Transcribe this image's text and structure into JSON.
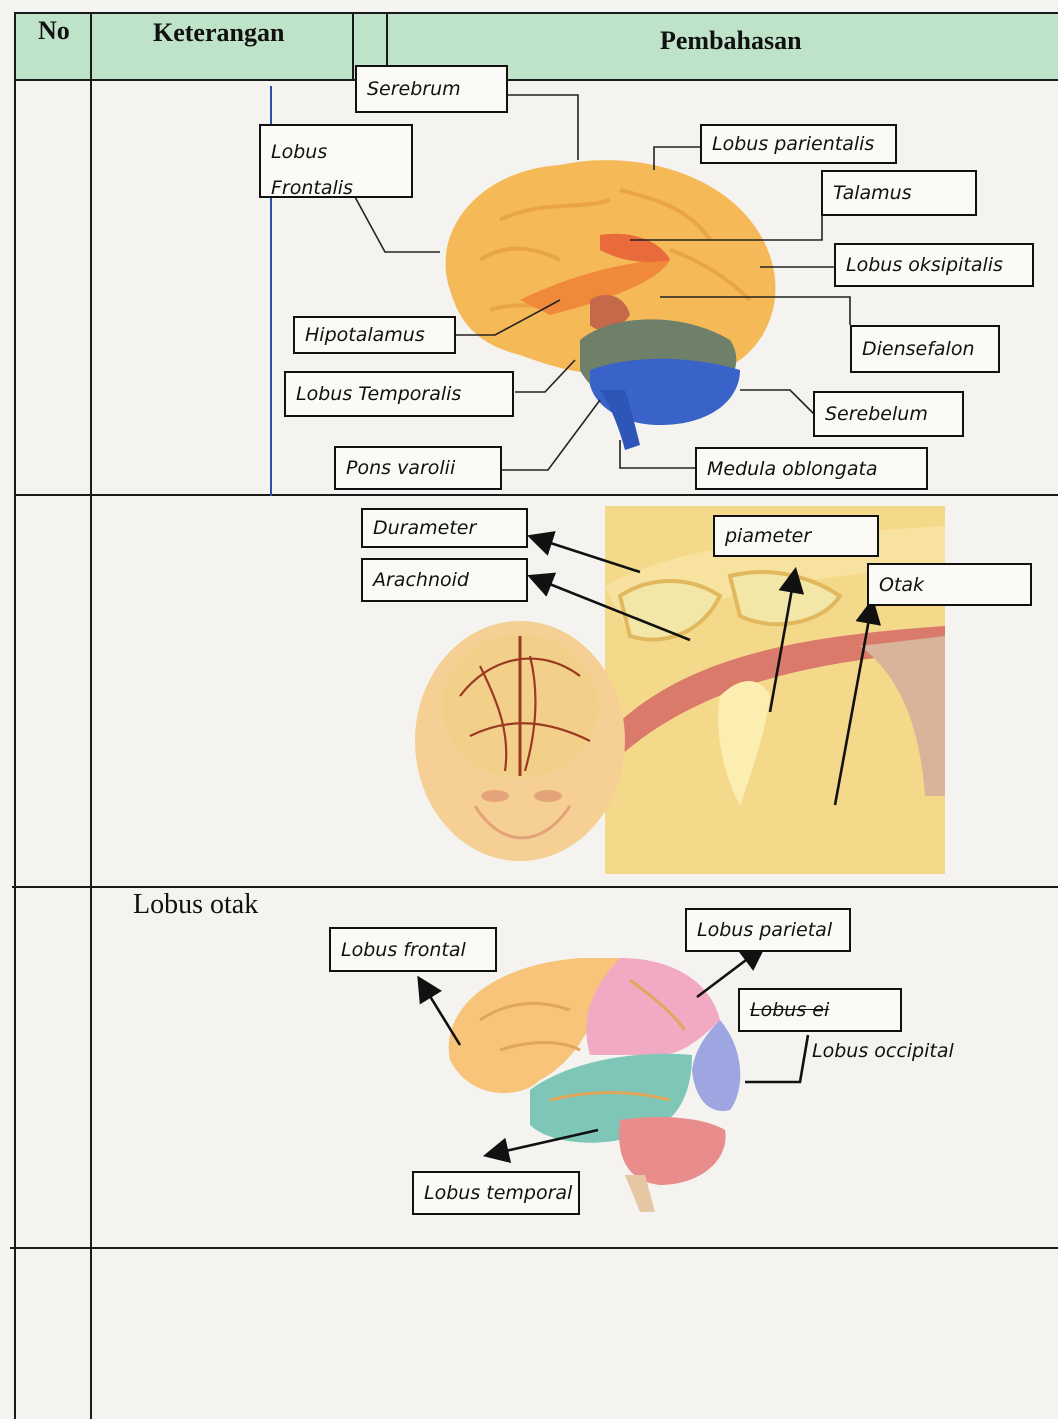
{
  "header": {
    "col_no": "No",
    "col_keterangan": "Keterangan",
    "col_pembahasan": "Pembahasan"
  },
  "rows": [
    {
      "labels": {
        "serebrum": "Serebrum",
        "lobus_frontalis_1": "Lobus",
        "lobus_frontalis_2": "Frontalis",
        "lobus_parientalis": "Lobus parientalis",
        "talamus": "Talamus",
        "lobus_oksipitalis": "Lobus oksipitalis",
        "hipotalamus": "Hipotalamus",
        "diensefalon": "Diensefalon",
        "lobus_temporalis": "Lobus Temporalis",
        "serebelum": "Serebelum",
        "pons_varolii": "Pons varolii",
        "medula_oblongata": "Medula oblongata"
      }
    },
    {
      "labels": {
        "durameter": "Durameter",
        "arachnoid": "Arachnoid",
        "piameter": "piameter",
        "otak": "Otak"
      }
    },
    {
      "title": "Lobus otak",
      "labels": {
        "lobus_frontal": "Lobus frontal",
        "lobus_parietal": "Lobus parietal",
        "lobus_struck": "Lobus ei",
        "lobus_occipital": "Lobus occipital",
        "lobus_temporal": "Lobus temporal"
      }
    }
  ]
}
